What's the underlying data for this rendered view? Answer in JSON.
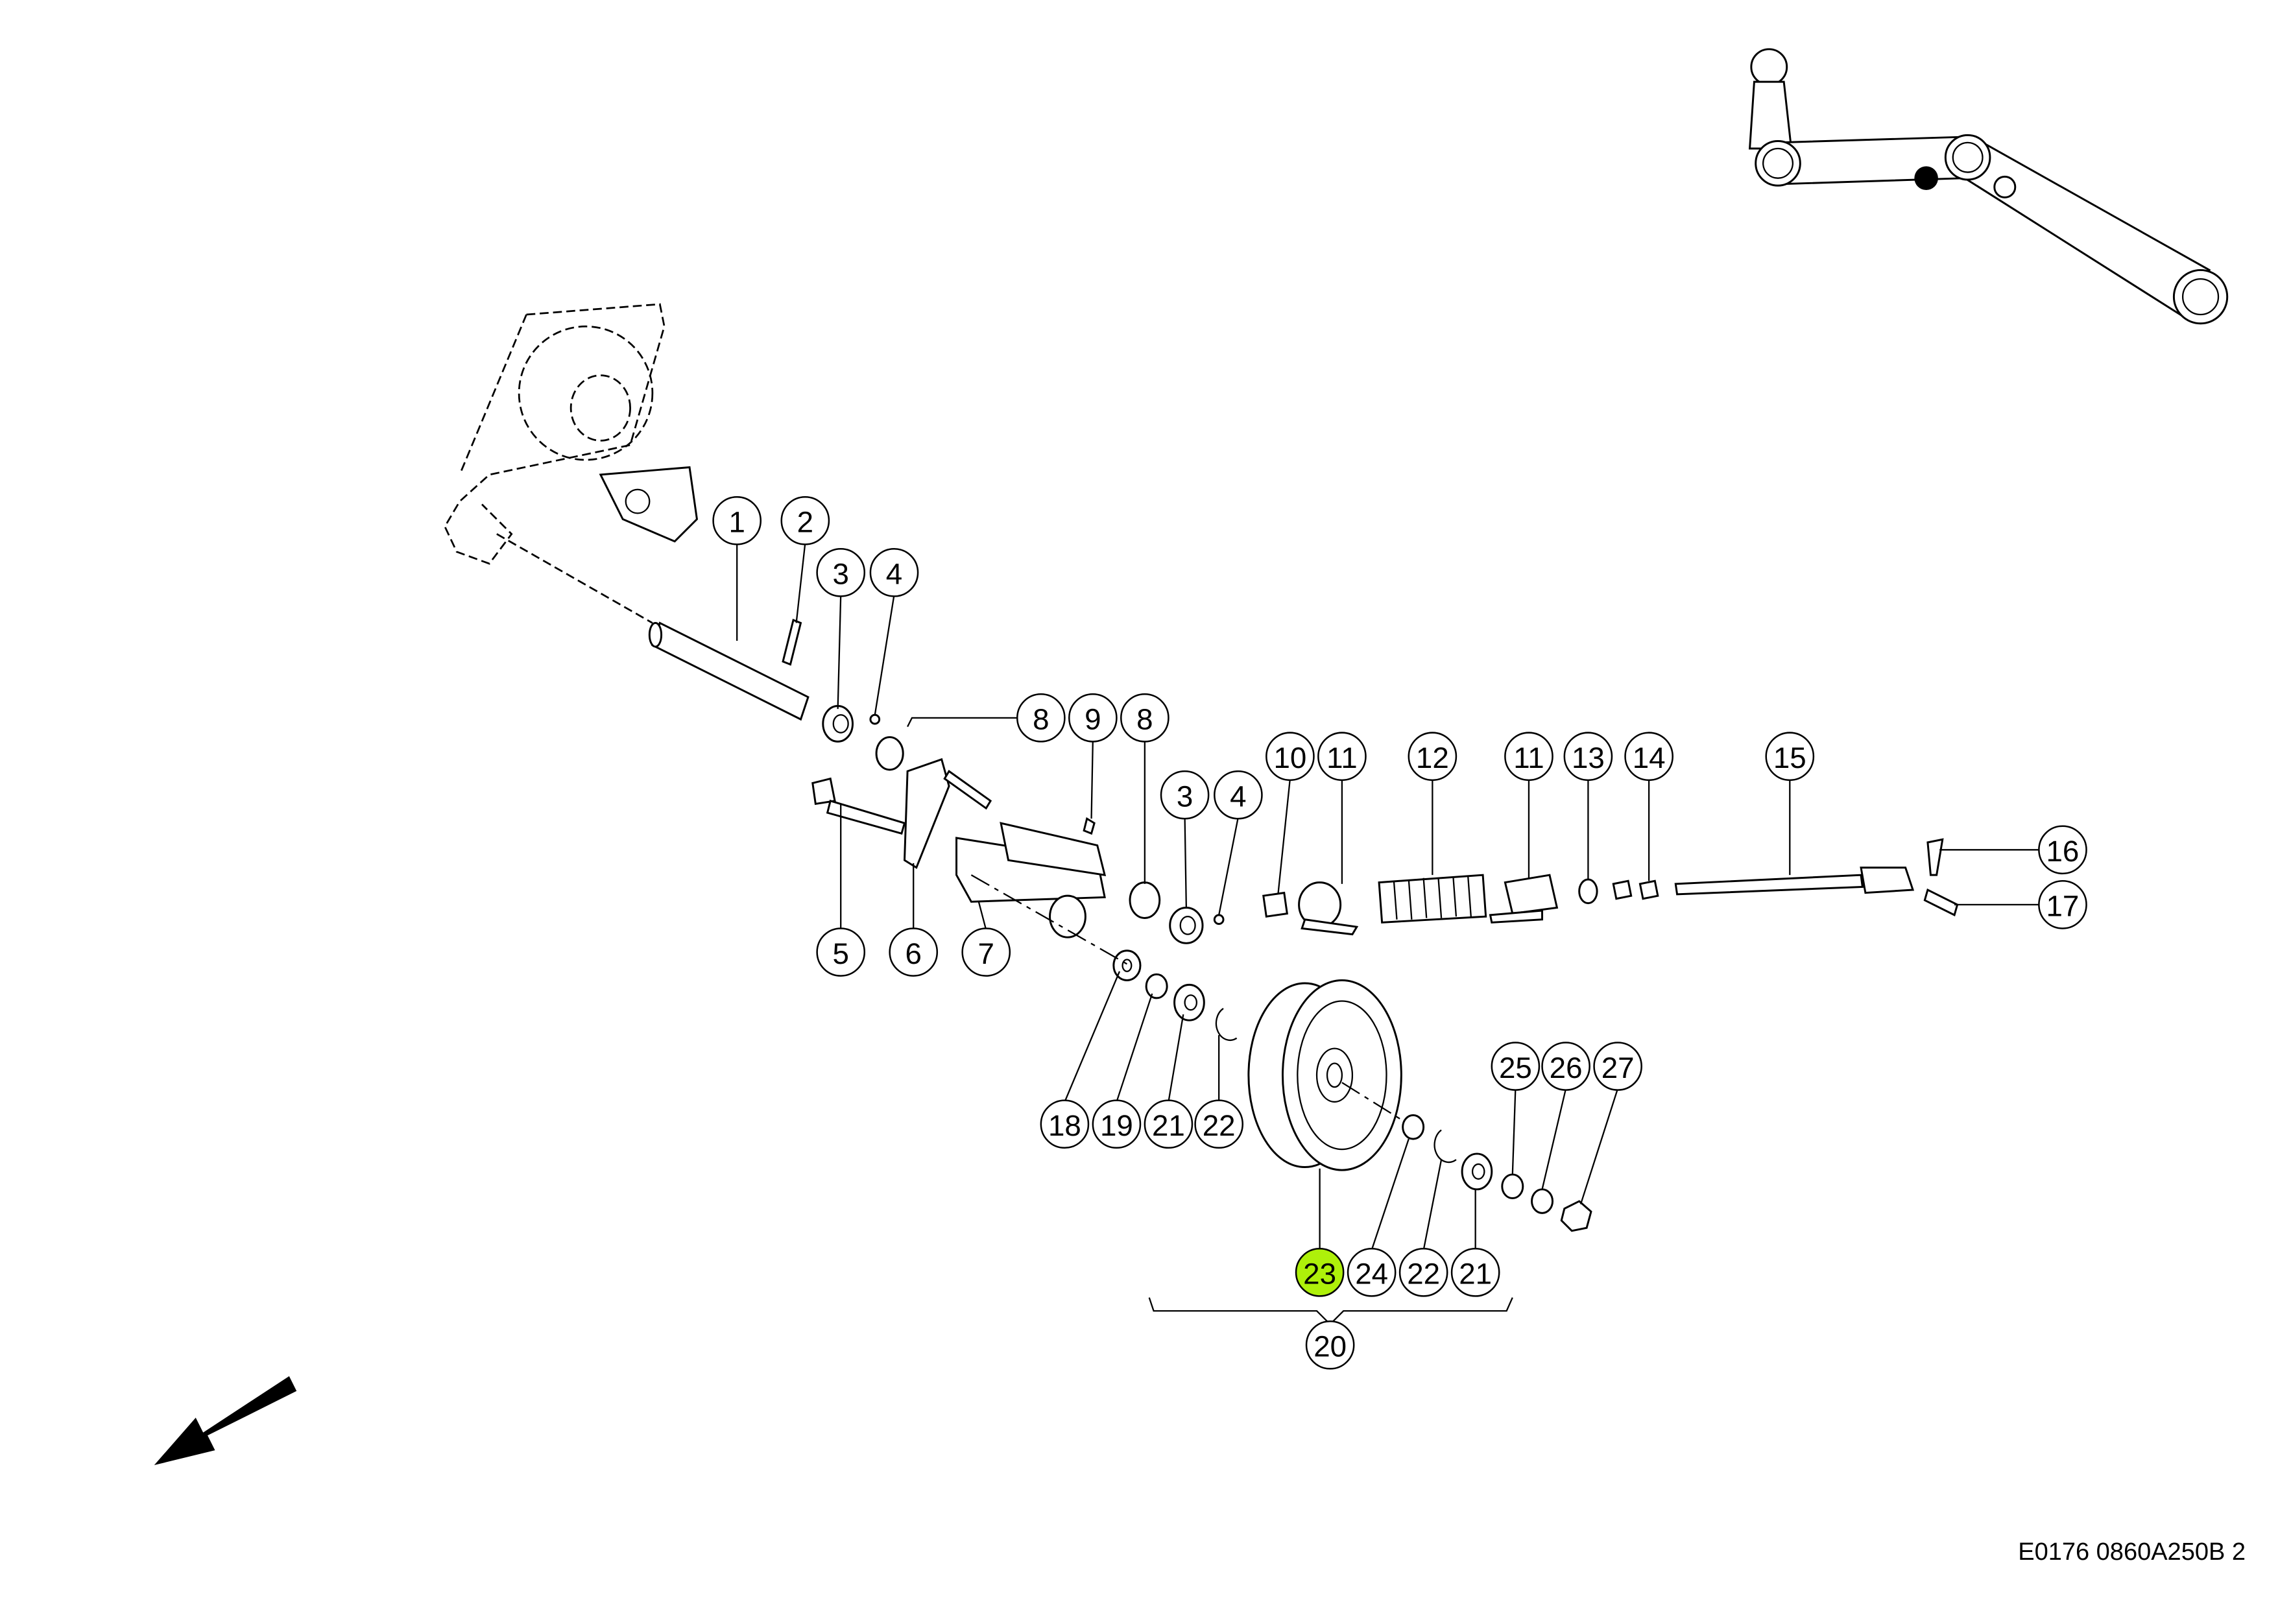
{
  "diagram": {
    "drawing_code": "E0176 0860A250B 2",
    "highlight_color": "#aef00a",
    "callouts": [
      {
        "label": "1"
      },
      {
        "label": "2"
      },
      {
        "label": "3"
      },
      {
        "label": "4"
      },
      {
        "label": "8"
      },
      {
        "label": "9"
      },
      {
        "label": "8"
      },
      {
        "label": "3"
      },
      {
        "label": "4"
      },
      {
        "label": "10"
      },
      {
        "label": "11"
      },
      {
        "label": "12"
      },
      {
        "label": "11"
      },
      {
        "label": "13"
      },
      {
        "label": "14"
      },
      {
        "label": "15"
      },
      {
        "label": "16"
      },
      {
        "label": "17"
      },
      {
        "label": "5"
      },
      {
        "label": "6"
      },
      {
        "label": "7"
      },
      {
        "label": "18"
      },
      {
        "label": "19"
      },
      {
        "label": "21"
      },
      {
        "label": "22"
      },
      {
        "label": "23",
        "highlighted": true
      },
      {
        "label": "24"
      },
      {
        "label": "22"
      },
      {
        "label": "21"
      },
      {
        "label": "25"
      },
      {
        "label": "26"
      },
      {
        "label": "27"
      },
      {
        "label": "20"
      }
    ]
  }
}
